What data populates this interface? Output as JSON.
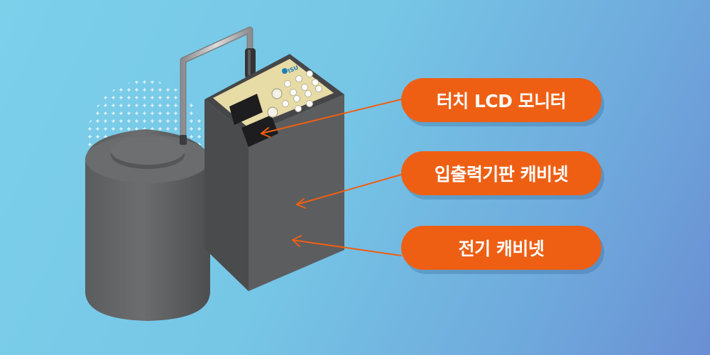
{
  "labels": {
    "touch_lcd": "터치 LCD 모니터",
    "io_cabinet": "입출력기판 캐비넷",
    "electric_cabinet": "전기 캐비넷"
  },
  "device": {
    "logo_text": "ISU"
  },
  "colors": {
    "accent_orange": "#ee5f14",
    "background_blue": "#76c6e6",
    "cabinet_gray": "#565758"
  }
}
